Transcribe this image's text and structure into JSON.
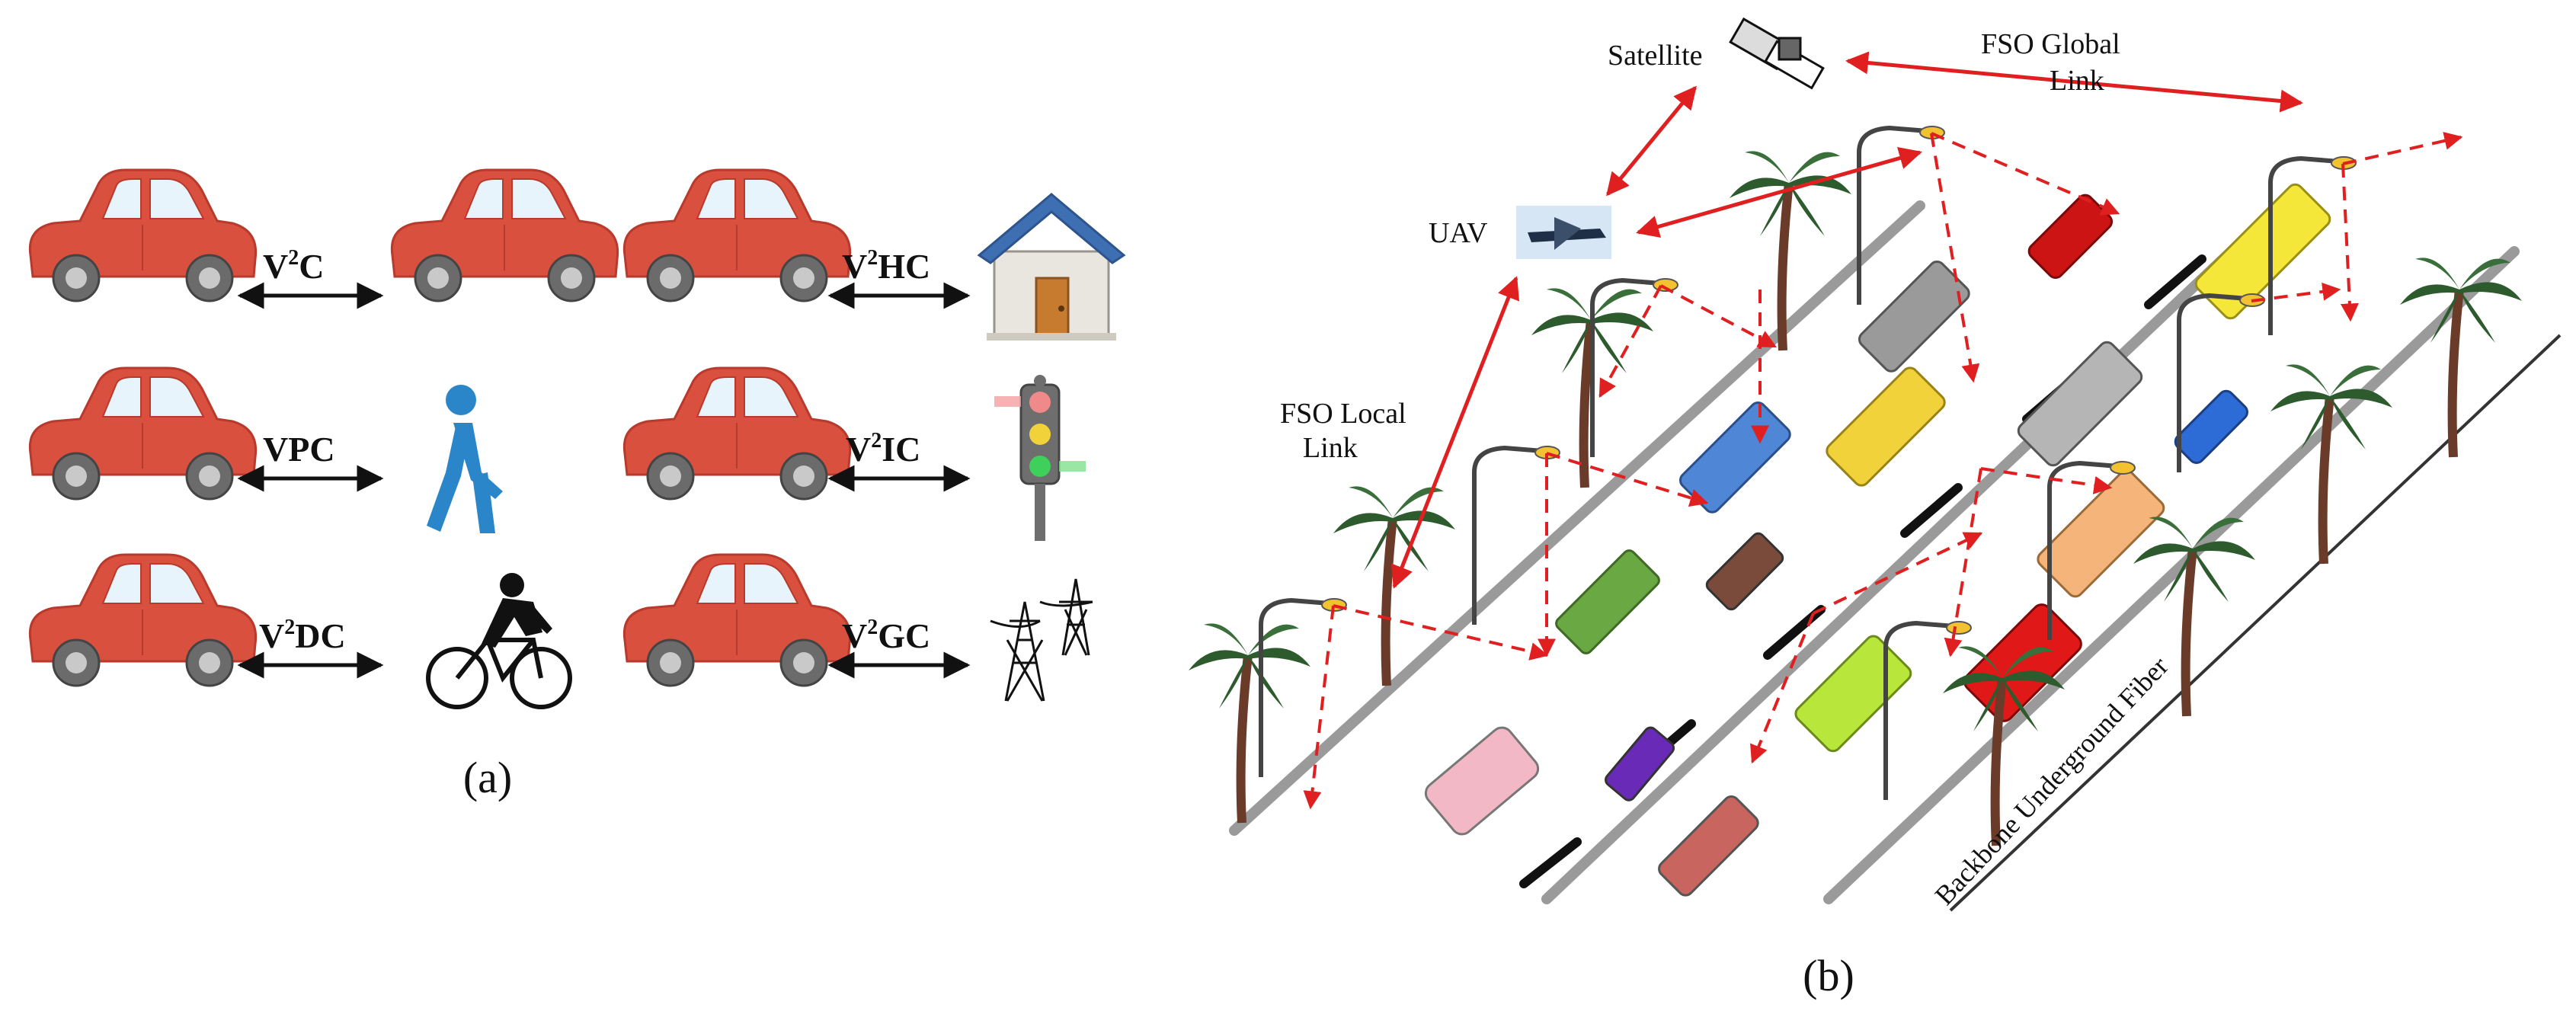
{
  "panel_a": {
    "caption": "(a)",
    "links": [
      {
        "label_main": "V",
        "label_sup": "2",
        "label_rest": "C",
        "target": "car-icon"
      },
      {
        "label_main": "V",
        "label_sup": "2",
        "label_rest": "HC",
        "target": "house-icon"
      },
      {
        "label_main": "VPC",
        "label_sup": "",
        "label_rest": "",
        "target": "pedestrian-icon"
      },
      {
        "label_main": "V",
        "label_sup": "2",
        "label_rest": "IC",
        "target": "traffic-light-icon"
      },
      {
        "label_main": "V",
        "label_sup": "2",
        "label_rest": "DC",
        "target": "cyclist-icon"
      },
      {
        "label_main": "V",
        "label_sup": "2",
        "label_rest": "GC",
        "target": "power-tower-icon"
      }
    ]
  },
  "panel_b": {
    "caption": "(b)",
    "satellite_label": "Satellite",
    "fso_global_line1": "FSO Global",
    "fso_global_line2": "Link",
    "uav_label": "UAV",
    "fso_local_line1": "FSO Local",
    "fso_local_line2": "Link",
    "backbone_label": "Backbone Underground Fiber"
  },
  "colors": {
    "car_red": "#d9503f",
    "link_red": "#e02020",
    "road_gray": "#9a9a9a",
    "person_blue": "#2a86c9"
  }
}
